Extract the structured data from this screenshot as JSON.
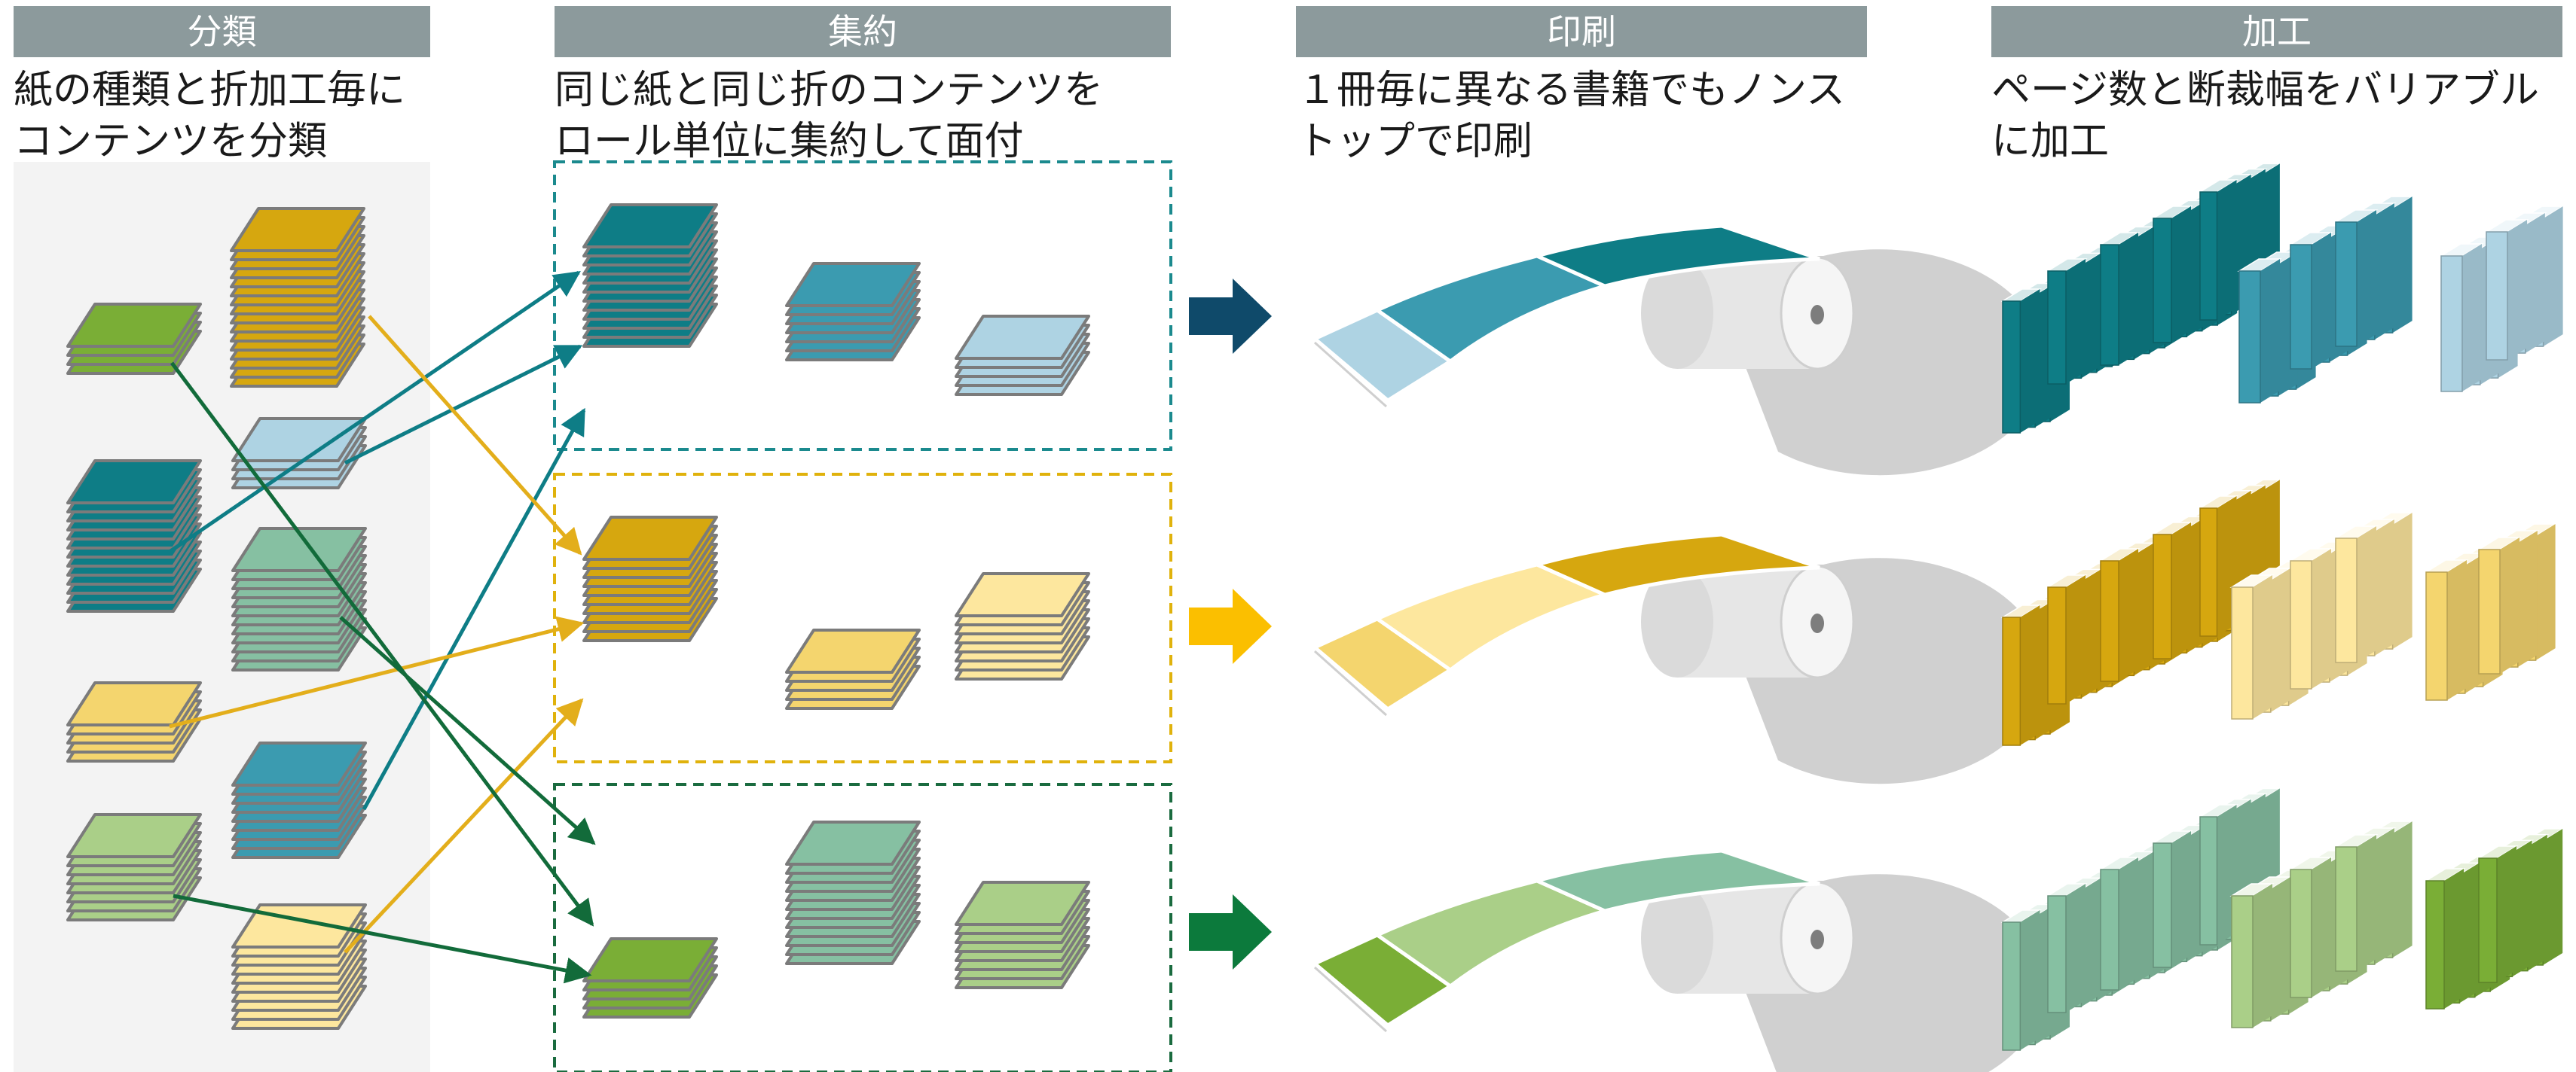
{
  "columns": [
    {
      "header": "分類",
      "desc": "紙の種類と折加工毎に\nコンテンツを分類"
    },
    {
      "header": "集約",
      "desc": "同じ紙と同じ折のコンテンツを\nロール単位に集約して面付"
    },
    {
      "header": "印刷",
      "desc": "１冊毎に異なる書籍でもノンス\nトップで印刷"
    },
    {
      "header": "加工",
      "desc": "ページ数と断裁幅をバリアブル\nに加工"
    }
  ],
  "colors": {
    "header_bg": "#8c9a9c",
    "teal_dark": "#0e7d86",
    "teal_mid": "#3b9bb0",
    "teal_light": "#aed3e3",
    "gold_dark": "#d6a70f",
    "gold_mid": "#f4d56e",
    "gold_light": "#fde79e",
    "green_dark": "#7aae36",
    "green_mid": "#aacf88",
    "green_light": "#86c0a2",
    "box_teal": "#1b8a8e",
    "box_gold": "#e0b20c",
    "box_green": "#1a6b3f",
    "arrow_navy": "#0f4a6a",
    "arrow_gold": "#fbbf00",
    "arrow_green": "#0c7a3c",
    "line_teal": "#0e7d86",
    "line_gold": "#e3ae1b",
    "line_green": "#126b3a"
  },
  "icons": [
    "paper-stack-icon",
    "paper-roll-icon",
    "book-bundle-icon",
    "right-arrow-icon"
  ]
}
